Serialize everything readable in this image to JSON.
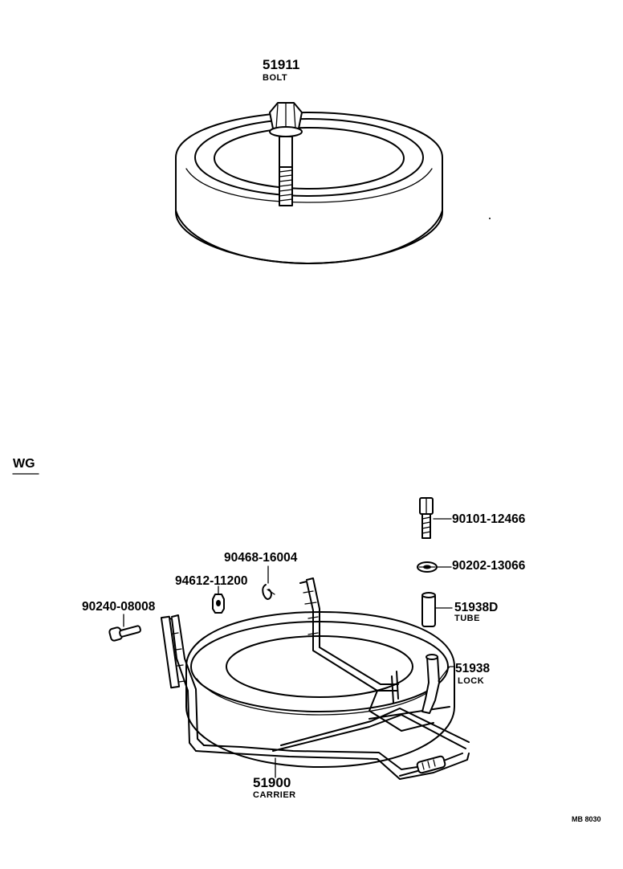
{
  "section_tag": "WG",
  "catalog_code": "MB 8030",
  "parts": {
    "bolt_top": {
      "number": "51911",
      "name": "BOLT"
    },
    "bolt_90101": {
      "number": "90101-12466"
    },
    "washer_90202": {
      "number": "90202-13066"
    },
    "pin_90468": {
      "number": "90468-16004"
    },
    "nut_94612": {
      "number": "94612-11200"
    },
    "pin_90240": {
      "number": "90240-08008"
    },
    "tube": {
      "number": "51938D",
      "name": "TUBE"
    },
    "lock": {
      "number": "51938",
      "name": "LOCK"
    },
    "carrier": {
      "number": "51900",
      "name": "CARRIER"
    }
  }
}
